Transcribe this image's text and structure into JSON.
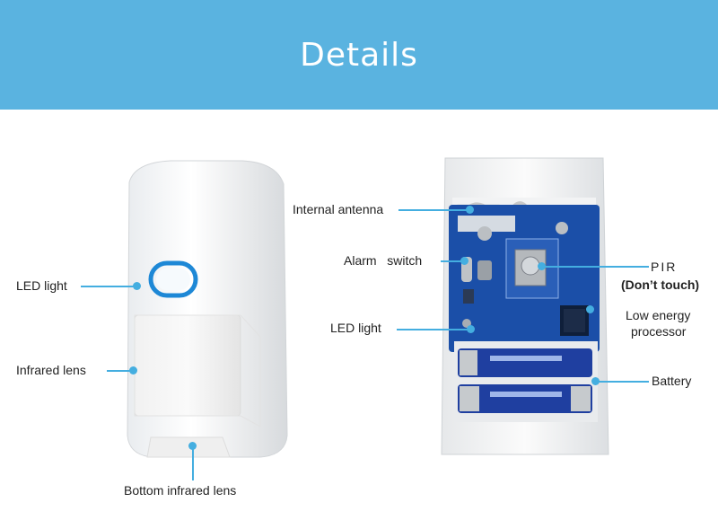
{
  "banner": {
    "title": "Details"
  },
  "left_device": {
    "labels": {
      "led_light": "LED light",
      "infrared_lens": "Infrared lens",
      "bottom_infrared_lens": "Bottom infrared lens"
    }
  },
  "right_device": {
    "labels": {
      "internal_antenna": "Internal antenna",
      "alarm_switch": "Alarm   switch",
      "pir": "PIR",
      "pir_note": "(Don’t touch)",
      "low_energy_processor_line1": "Low energy",
      "low_energy_processor_line2": "processor",
      "led_light": "LED light",
      "battery": "Battery"
    }
  },
  "colors": {
    "banner": "#5ab3e0",
    "callout_line": "#44aee0",
    "led_ring": "#1e88d6",
    "pcb": "#1b4fa8",
    "battery": "#1f3fa0"
  },
  "icons": [
    "pir-motion-sensor-front",
    "pir-motion-sensor-open-pcb"
  ]
}
